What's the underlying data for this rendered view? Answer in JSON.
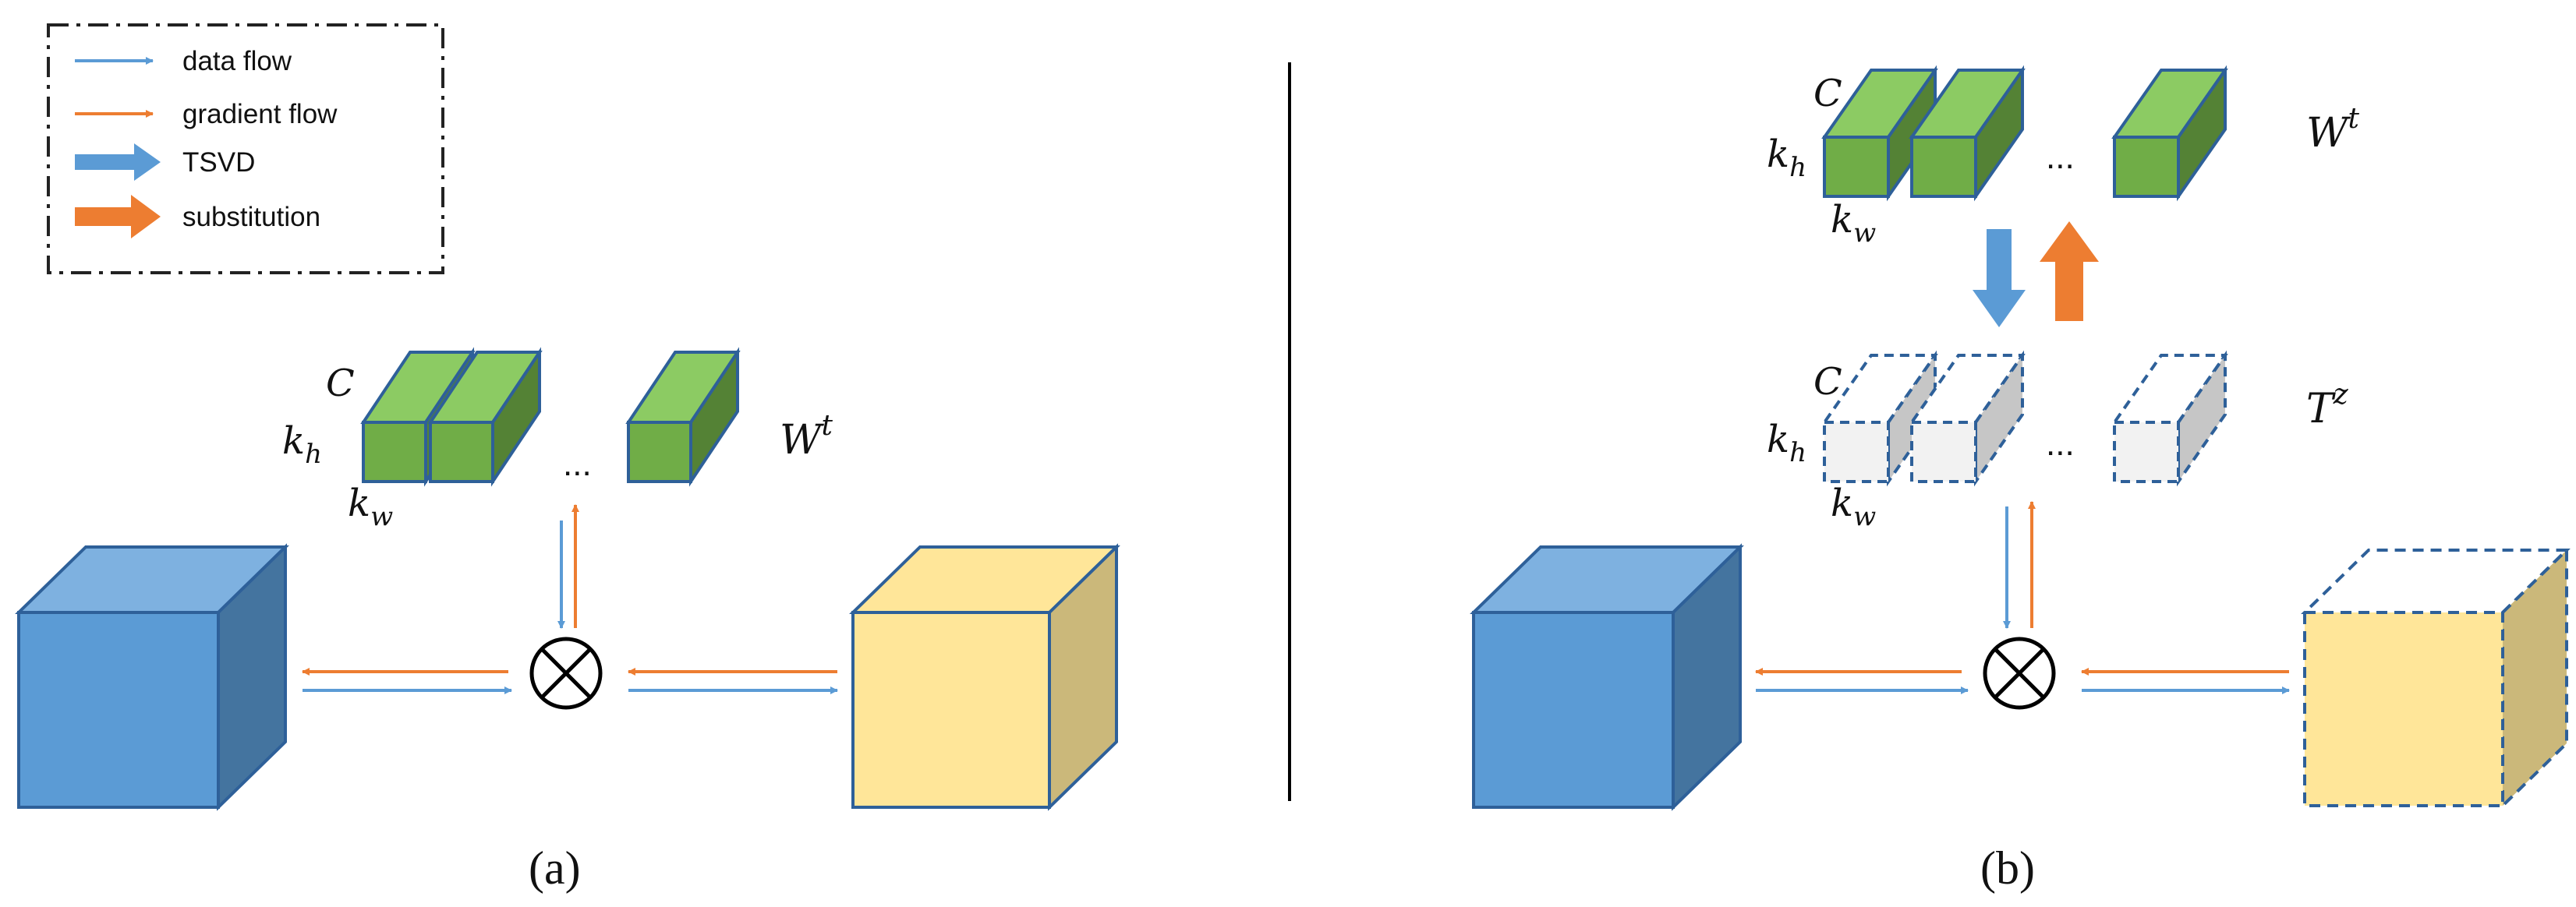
{
  "legend": {
    "data_flow": "data flow",
    "gradient_flow": "gradient flow",
    "tsvd": "TSVD",
    "substitution": "substitution"
  },
  "colors": {
    "blue_arrow": "#5b9bd5",
    "orange_arrow": "#ed7d31",
    "cube_blue_front": "#5b9bd5",
    "cube_blue_top": "#7eb1e0",
    "cube_blue_side": "#44749f",
    "cube_yellow_front": "#ffe699",
    "cube_yellow_side": "#cbb87a",
    "kernel_green_front": "#70ad47",
    "kernel_green_top": "#8ccb63",
    "kernel_green_side": "#548235",
    "kernel_gray_front": "#f2f2f2",
    "kernel_gray_side": "#c6c6c6",
    "outline": "#2e6099"
  },
  "panel_a": {
    "label_c": "C",
    "label_kh_base": "k",
    "label_kh_sub": "h",
    "label_kw_base": "k",
    "label_kw_sub": "w",
    "dots": "...",
    "weight_base": "W",
    "weight_sup": "t",
    "caption": "(a)"
  },
  "panel_b": {
    "top_label_c": "C",
    "top_label_kh_base": "k",
    "top_label_kh_sub": "h",
    "top_label_kw_base": "k",
    "top_label_kw_sub": "w",
    "top_dots": "...",
    "weight_base": "W",
    "weight_sup": "t",
    "bottom_label_c": "C",
    "bottom_label_kh_base": "k",
    "bottom_label_kh_sub": "h",
    "bottom_label_kw_base": "k",
    "bottom_label_kw_sub": "w",
    "bottom_dots": "...",
    "tensor_base": "T",
    "tensor_sup": "z",
    "caption": "(b)"
  }
}
